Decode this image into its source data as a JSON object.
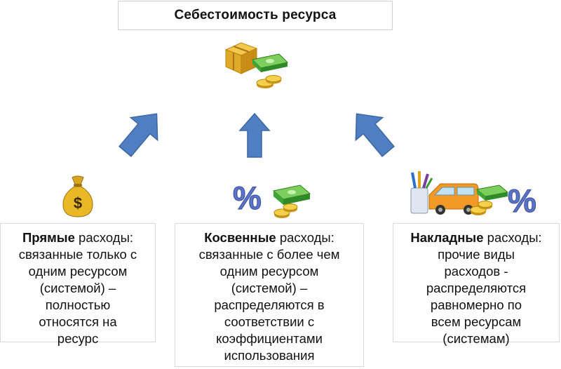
{
  "title": "Себестоимость ресурса",
  "icons": {
    "top": [
      "box-icon",
      "money-stack-icon",
      "coins-icon"
    ],
    "left": [
      "money-bag-icon"
    ],
    "middle": [
      "percent-icon",
      "money-stack-icon",
      "coins-icon"
    ],
    "right": [
      "pencil-cup-icon",
      "van-icon",
      "money-stack-icon",
      "coins-icon",
      "percent-icon"
    ]
  },
  "colors": {
    "arrow": "#4f7fc2",
    "arrow_outline": "#3d67a3",
    "money_green": "#3fa535",
    "gold": "#e9b824",
    "percent_blue": "#5b74c7"
  },
  "cards": {
    "direct": {
      "heading_bold": "Прямые",
      "heading_rest": " расходы:",
      "lines": [
        "связанные только с",
        "одним ресурсом",
        "(системой) –",
        "полностью",
        "относятся на",
        "ресурс"
      ]
    },
    "indirect": {
      "heading_bold": "Косвенные",
      "heading_rest": " расходы:",
      "lines": [
        "связанные с более чем",
        "одним ресурсом",
        "(системой) –",
        "распределяются в",
        "соответствии с",
        "коэффициентами",
        "использования"
      ]
    },
    "overhead": {
      "heading_bold": "Накладные",
      "heading_rest": " расходы:",
      "lines": [
        "прочие виды",
        "расходов -",
        "распределяются",
        "равномерно по",
        "всем ресурсам",
        "(системам)"
      ]
    }
  }
}
